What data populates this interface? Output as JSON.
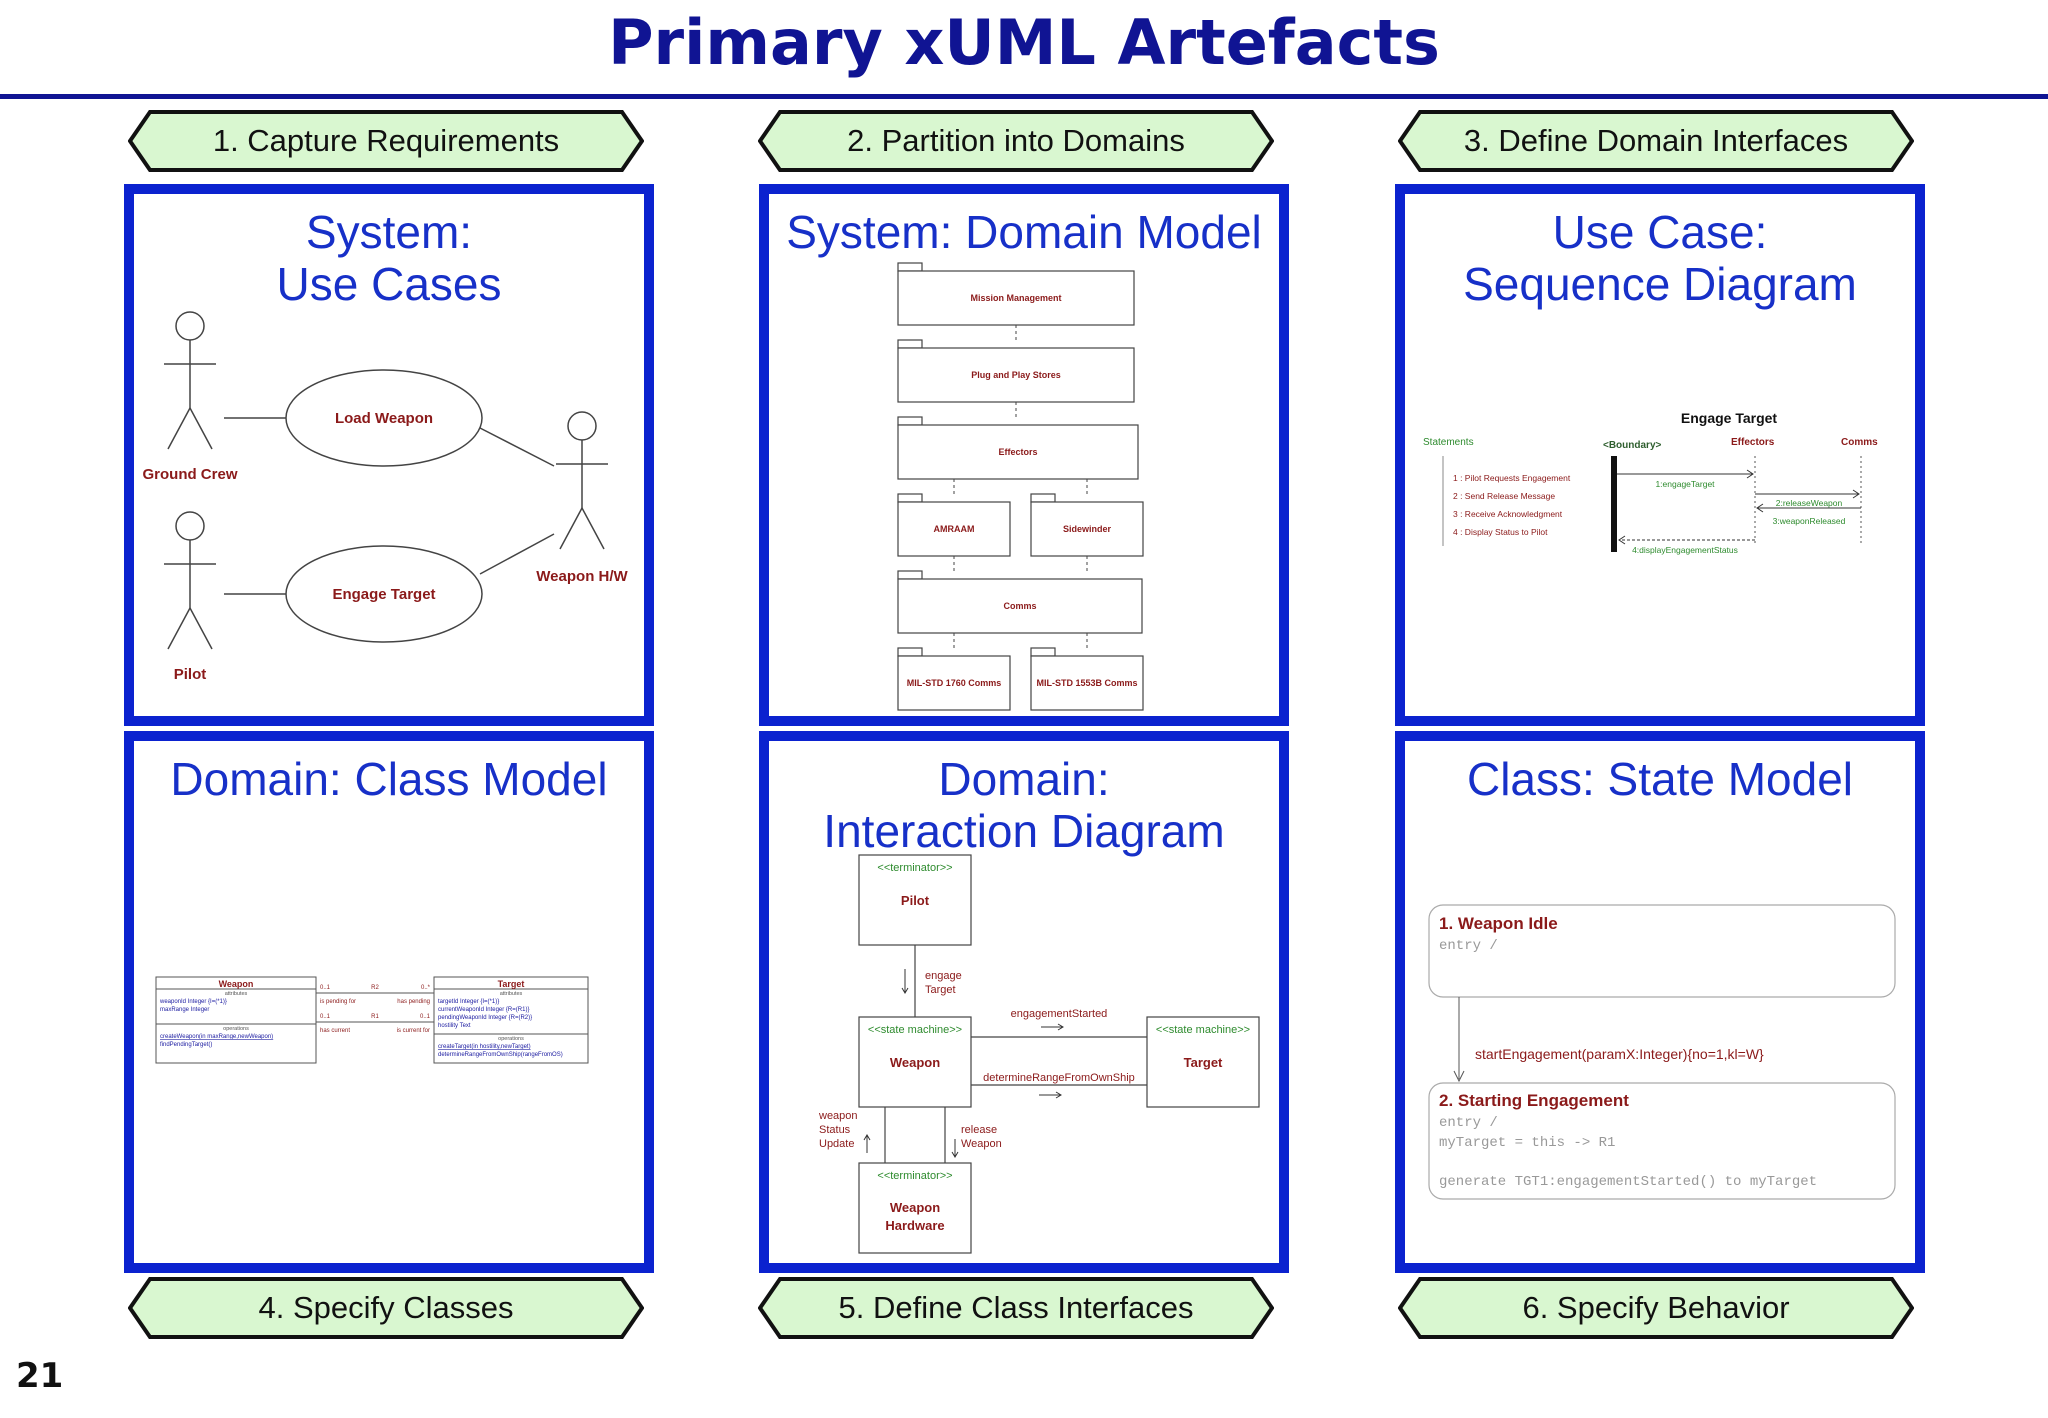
{
  "title": "Primary xUML Artefacts",
  "page_number": "21",
  "colors": {
    "title": "#101493",
    "panel_border": "#0b22cf",
    "panel_title": "#1730c8",
    "step_fill": "#d9f7d0",
    "diagram_red": "#8b1a1a",
    "diagram_green": "#2e8b2e"
  },
  "steps": [
    "1. Capture Requirements",
    "2. Partition into  Domains",
    "3. Define Domain Interfaces",
    "4. Specify Classes",
    "5. Define Class Interfaces",
    "6. Specify Behavior"
  ],
  "panels": {
    "use_cases": {
      "title": "System:\nUse Cases",
      "actors": [
        "Ground Crew",
        "Pilot",
        "Weapon H/W"
      ],
      "cases": [
        "Load Weapon",
        "Engage Target"
      ]
    },
    "domain_model": {
      "title": "System: Domain Model",
      "packages": [
        "Mission Management",
        "Plug and Play Stores",
        "Effectors",
        "AMRAAM",
        "Sidewinder",
        "Comms",
        "MIL-STD 1760 Comms",
        "MIL-STD 1553B Comms"
      ]
    },
    "sequence": {
      "title": "Use Case:\nSequence Diagram",
      "diagram_title": "Engage Target",
      "lifelines": [
        "Statements",
        "<Boundary>",
        "Effectors",
        "Comms"
      ],
      "statements": [
        "1  : Pilot Requests Engagement",
        "2  : Send Release Message",
        "3  : Receive Acknowledgment",
        "4  : Display Status to Pilot"
      ],
      "messages": [
        "1:engageTarget",
        "2:releaseWeapon",
        "3:weaponReleased",
        "4:displayEngagementStatus"
      ]
    },
    "class_model": {
      "title": "Domain: Class Model",
      "classes": [
        {
          "name": "Weapon",
          "attr_header": "attributes",
          "attributes": [
            "weaponId Integer {I=(*1)}",
            "maxRange Integer"
          ],
          "op_header": "operations",
          "operations": [
            "createWeapon(in maxRange,newWeapon)",
            "findPendingTarget()"
          ]
        },
        {
          "name": "Target",
          "attr_header": "attributes",
          "attributes": [
            "targetId Integer {I=(*1)}",
            "currentWeaponId Integer {R=(R1)}",
            "pendingWeaponId Integer {R=(R2)}",
            "hostility Text"
          ],
          "op_header": "operations",
          "operations": [
            "createTarget(in hostility,newTarget)",
            "determineRangeFromOwnShip(rangeFromOS)"
          ]
        }
      ],
      "associations": [
        {
          "id": "R2",
          "left_mult": "0..1",
          "right_mult": "0..*",
          "left_role": "is pending for",
          "right_role": "has pending"
        },
        {
          "id": "R1",
          "left_mult": "0..1",
          "right_mult": "0..1",
          "left_role": "has current",
          "right_role": "is current for"
        }
      ]
    },
    "interaction": {
      "title": "Domain:\nInteraction Diagram",
      "boxes": [
        {
          "stereotype": "<<terminator>>",
          "name": "Pilot"
        },
        {
          "stereotype": "<<state machine>>",
          "name": "Weapon"
        },
        {
          "stereotype": "<<state machine>>",
          "name": "Target"
        },
        {
          "stereotype": "<<terminator>>",
          "name": "Weapon\nHardware"
        }
      ],
      "signals": [
        "engage\nTarget",
        "engagementStarted",
        "determineRangeFromOwnShip",
        "weapon\nStatus\nUpdate",
        "release\nWeapon"
      ]
    },
    "state_model": {
      "title": "Class: State Model",
      "states": [
        {
          "name": "1. Weapon Idle",
          "lines": [
            "entry /"
          ]
        },
        {
          "name": "2. Starting Engagement",
          "lines": [
            "entry /",
            "myTarget = this -> R1",
            "",
            "generate TGT1:engagementStarted() to myTarget"
          ]
        }
      ],
      "transition": "startEngagement(paramX:Integer){no=1,kl=W}"
    }
  }
}
